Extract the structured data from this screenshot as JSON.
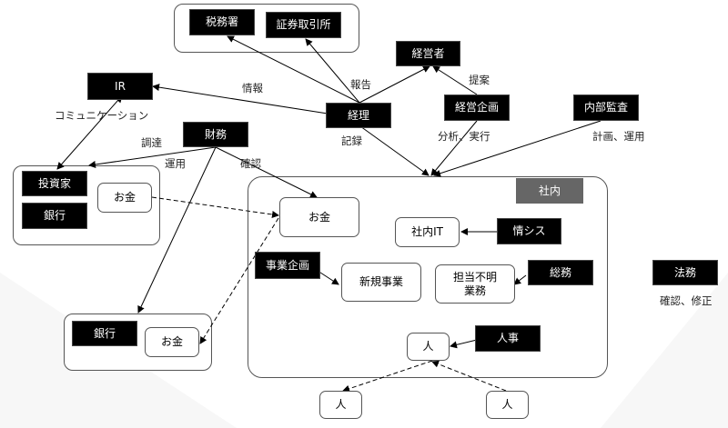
{
  "colors": {
    "actor_fill": "#000000",
    "actor_text": "#ffffff",
    "asset_fill": "#ffffff",
    "tag_fill": "#666666",
    "edge": "#000000"
  },
  "groups": {
    "authorities": {
      "label": ""
    },
    "investors": {
      "label": ""
    },
    "bank_group": {
      "label": ""
    },
    "internal": {
      "label": "社内"
    }
  },
  "nodes": {
    "tax_office": "税務署",
    "stock_exchange": "証券取引所",
    "executives": "経営者",
    "ir": "IR",
    "accounting": "経理",
    "corp_planning": "経営企画",
    "internal_audit": "内部監査",
    "finance": "財務",
    "investor": "投資家",
    "bank_top": "銀行",
    "money_investors": "お金",
    "money_internal": "お金",
    "internal_it": "社内IT",
    "info_systems": "情シス",
    "business_planning": "事業企画",
    "new_business": "新規事業",
    "unassigned_work_line1": "担当不明",
    "unassigned_work_line2": "業務",
    "general_affairs": "総務",
    "legal": "法務",
    "bank_bottom": "銀行",
    "money_bank": "お金",
    "person_internal": "人",
    "hr": "人事",
    "person_left": "人",
    "person_right": "人"
  },
  "edge_labels": {
    "info": "情報",
    "report": "報告",
    "proposal": "提案",
    "communication": "コミュニケーション",
    "procurement": "調達",
    "operation": "運用",
    "confirm": "確認",
    "record": "記録",
    "analysis_execution": "分析、実行",
    "planning_operation": "計画、運用",
    "legal_note": "確認、修正"
  }
}
